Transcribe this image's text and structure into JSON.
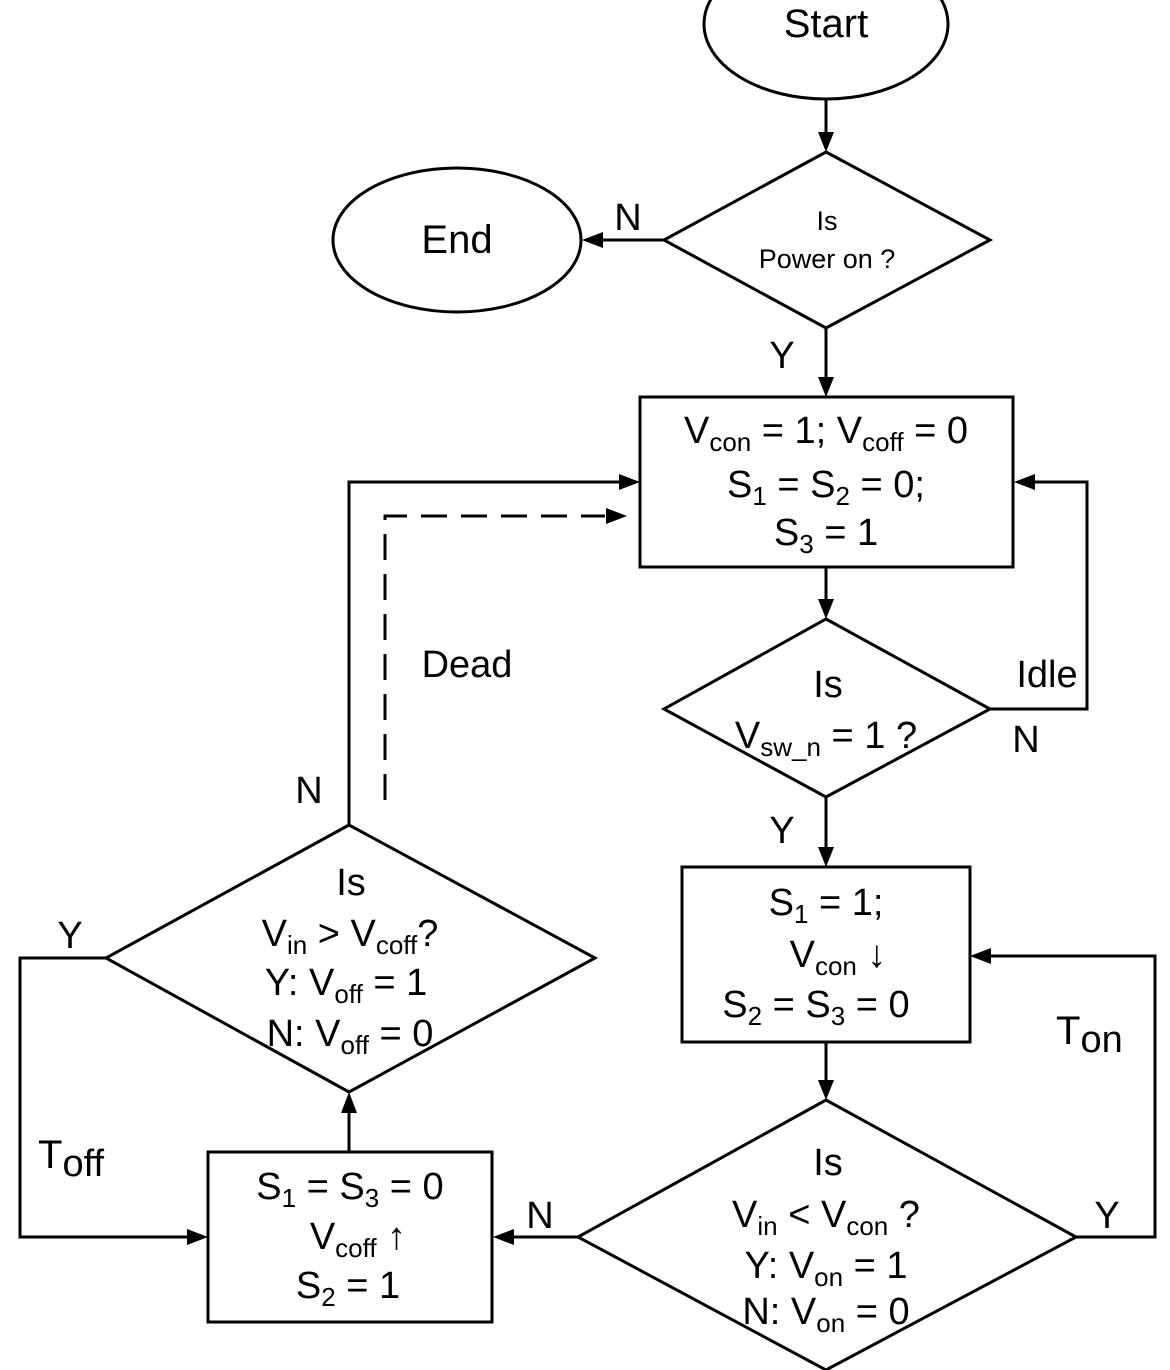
{
  "nodes": {
    "start": "Start",
    "end": "End",
    "power_q": {
      "l1": "Is",
      "l2": "Power on ?"
    },
    "init_box": {
      "l1_v1": "V",
      "l1_s1": "con",
      "l1_t1": " = 1; V",
      "l1_s2": "coff",
      "l1_t2": " = 0",
      "l2_a": "S",
      "l2_s1": "1",
      "l2_b": " = S",
      "l2_s2": "2",
      "l2_c": " = 0;",
      "l3_a": "S",
      "l3_s": "3",
      "l3_b": " = 1"
    },
    "sw_q": {
      "l1": "Is",
      "l2_a": "V",
      "l2_s": "sw_n",
      "l2_b": " = 1 ?"
    },
    "on_box": {
      "l1_a": "S",
      "l1_s": "1",
      "l1_b": " = 1;",
      "l2_a": "V",
      "l2_s": "con",
      "l2_b": " ↓",
      "l3_a": "S",
      "l3_s1": "2",
      "l3_b": " = S",
      "l3_s2": "3",
      "l3_c": " = 0"
    },
    "con_q": {
      "l1": "Is",
      "l2_a": "V",
      "l2_s1": "in",
      "l2_b": " < V",
      "l2_s2": "con",
      "l2_c": " ?",
      "l3_a": "Y: V",
      "l3_s": "on",
      "l3_b": " = 1",
      "l4_a": "N: V",
      "l4_s": "on",
      "l4_b": " = 0"
    },
    "off_box": {
      "l1_a": "S",
      "l1_s1": "1",
      "l1_b": " = S",
      "l1_s2": "3",
      "l1_c": " = 0",
      "l2_a": "V",
      "l2_s": "coff",
      "l2_b": " ↑",
      "l3_a": "S",
      "l3_s": "2",
      "l3_b": " = 1"
    },
    "coff_q": {
      "l1": "Is",
      "l2_a": "V",
      "l2_s1": "in",
      "l2_b": " > V",
      "l2_s2": "coff",
      "l2_c": "?",
      "l3_a": "Y: V",
      "l3_s": "off",
      "l3_b": " = 1",
      "l4_a": "N: V",
      "l4_s": "off",
      "l4_b": " = 0"
    }
  },
  "edge_labels": {
    "power_no": "N",
    "power_yes": "Y",
    "idle": "Idle",
    "sw_no": "N",
    "sw_yes": "Y",
    "dead": "Dead",
    "coff_no": "N",
    "coff_yes": "Y",
    "ton_a": "T",
    "ton_s": "on",
    "toff_a": "T",
    "toff_s": "off",
    "con_no": "N",
    "con_yes": "Y"
  }
}
